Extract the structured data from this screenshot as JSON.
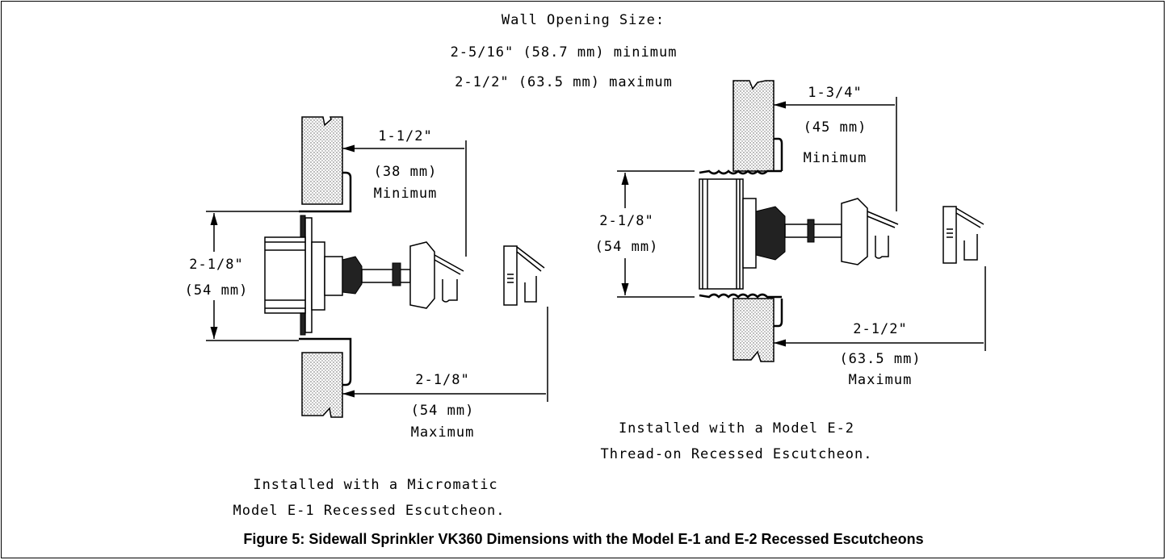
{
  "header": {
    "line1": "Wall Opening Size:",
    "line2": "2-5/16\" (58.7 mm) minimum",
    "line3": "2-1/2\" (63.5 mm) maximum"
  },
  "left": {
    "min_dim": "1-1/2\"",
    "min_mm": "(38 mm)",
    "min_label": "Minimum",
    "height_dim": "2-1/8\"",
    "height_mm": "(54 mm)",
    "max_dim": "2-1/8\"",
    "max_mm": "(54 mm)",
    "max_label": "Maximum",
    "caption1": "Installed with a Micromatic",
    "caption2": "Model E-1 Recessed Escutcheon."
  },
  "right": {
    "min_dim": "1-3/4\"",
    "min_mm": "(45 mm)",
    "min_label": "Minimum",
    "height_dim": "2-1/8\"",
    "height_mm": "(54 mm)",
    "max_dim": "2-1/2\"",
    "max_mm": "(63.5 mm)",
    "max_label": "Maximum",
    "caption1": "Installed with a Model E-2",
    "caption2": "Thread-on Recessed Escutcheon."
  },
  "figure_caption": "Figure 5:  Sidewall Sprinkler VK360 Dimensions with the Model E-1 and E-2 Recessed Escutcheons"
}
